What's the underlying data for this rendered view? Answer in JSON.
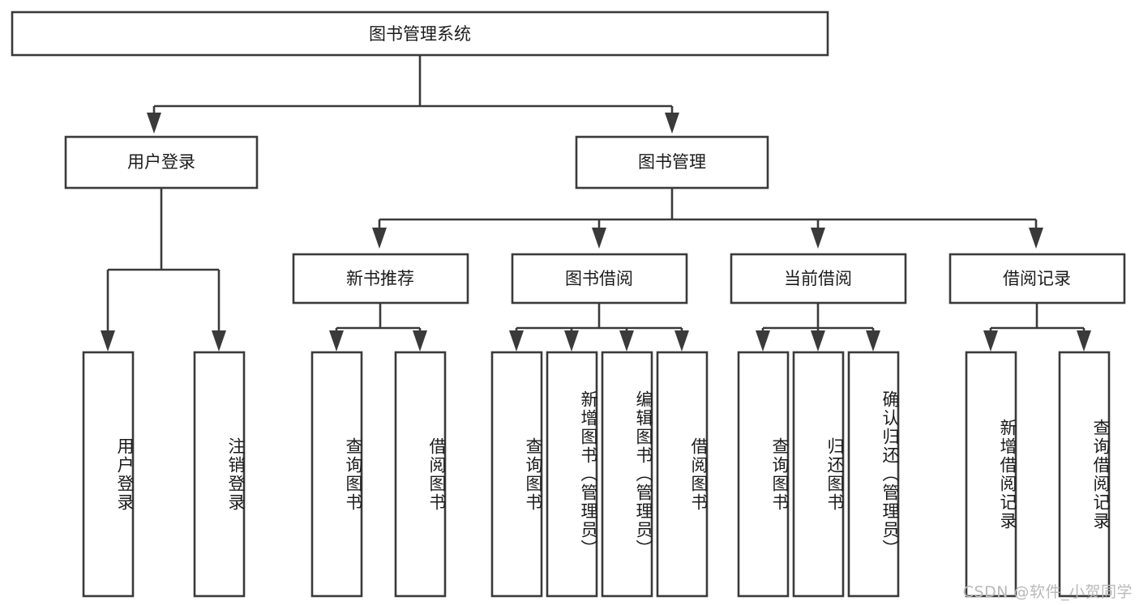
{
  "diagram": {
    "title": "图书管理系统",
    "type": "tree",
    "watermark": "CSDN @软件_小贺同学",
    "colors": {
      "box_stroke": "#3a3a3a",
      "box_fill": "#ffffff",
      "text": "#1b1b1b",
      "watermark": "#b9b9b9",
      "background": "#ffffff"
    },
    "levels": [
      {
        "level": 1,
        "nodes": [
          {
            "id": "root",
            "label": "图书管理系统"
          }
        ]
      },
      {
        "level": 2,
        "nodes": [
          {
            "id": "login",
            "label": "用户登录",
            "parent": "root"
          },
          {
            "id": "bookmgmt",
            "label": "图书管理",
            "parent": "root"
          }
        ]
      },
      {
        "level": 3,
        "nodes": [
          {
            "id": "newbook",
            "label": "新书推荐",
            "parent": "bookmgmt"
          },
          {
            "id": "borrow",
            "label": "图书借阅",
            "parent": "bookmgmt"
          },
          {
            "id": "current",
            "label": "当前借阅",
            "parent": "bookmgmt"
          },
          {
            "id": "record",
            "label": "借阅记录",
            "parent": "bookmgmt"
          }
        ]
      },
      {
        "level": 4,
        "nodes": [
          {
            "id": "l1",
            "label": "用户登录",
            "parent": "login"
          },
          {
            "id": "l2",
            "label": "注销登录",
            "parent": "login"
          },
          {
            "id": "n1",
            "label": "查询图书",
            "parent": "newbook"
          },
          {
            "id": "n2",
            "label": "借阅图书",
            "parent": "newbook"
          },
          {
            "id": "b1",
            "label": "查询图书",
            "parent": "borrow"
          },
          {
            "id": "b2",
            "label": "新增图书（管理员）",
            "parent": "borrow"
          },
          {
            "id": "b3",
            "label": "编辑图书（管理员）",
            "parent": "borrow"
          },
          {
            "id": "b4",
            "label": "借阅图书",
            "parent": "borrow"
          },
          {
            "id": "c1",
            "label": "查询图书",
            "parent": "current"
          },
          {
            "id": "c2",
            "label": "归还图书",
            "parent": "current"
          },
          {
            "id": "c3",
            "label": "确认归还（管理员）",
            "parent": "current"
          },
          {
            "id": "r1",
            "label": "新增借阅记录",
            "parent": "record"
          },
          {
            "id": "r2",
            "label": "查询借阅记录",
            "parent": "record"
          }
        ]
      }
    ]
  }
}
